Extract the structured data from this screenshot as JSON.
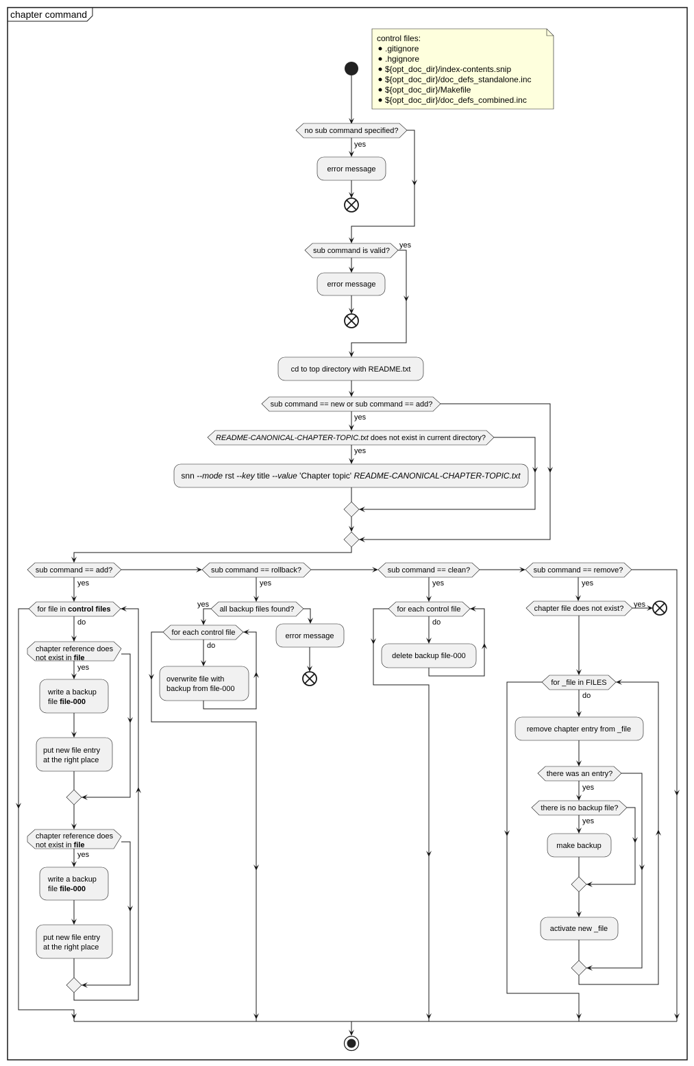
{
  "frame": {
    "title": "chapter command"
  },
  "note": {
    "heading": "control files:",
    "items": [
      ".gitignore",
      ".hgignore",
      "${opt_doc_dir}/index-contents.snip",
      "${opt_doc_dir}/doc_defs_standalone.inc",
      "${opt_doc_dir}/Makefile",
      "${opt_doc_dir}/doc_defs_combined.inc"
    ]
  },
  "labels": {
    "yes": "yes",
    "do": "do"
  },
  "top": {
    "d_no_sub": "no sub command specified?",
    "a_error1": "error message",
    "d_valid": "sub command is valid?",
    "a_error2": "error message",
    "a_cd": "cd to top directory with README.txt",
    "d_new_add": "sub command == new or sub command == add?",
    "d_readme_file": "README-CANONICAL-CHAPTER-TOPIC.txt",
    "d_readme_rest": " does not exist in current directory?",
    "snn": {
      "p1": "snn ",
      "p2": "--mode",
      "p3": " rst ",
      "p4": "--key",
      "p5": " title ",
      "p6": "--value",
      "p7": " 'Chapter topic' ",
      "p8": "README-CANONICAL-CHAPTER-TOPIC.txt"
    }
  },
  "add": {
    "cond": "sub command == add?",
    "loop_pre": "for file in ",
    "loop_bold": "control files",
    "d_ref_l1": "chapter reference does",
    "d_ref_l2_pre": "not exist in ",
    "d_ref_l2_bold": "file",
    "a_backup_l1": "write a backup",
    "a_backup_l2_pre": "file ",
    "a_backup_l2_bold": "file-000",
    "a_put_l1": "put new file entry",
    "a_put_l2": "at the right place"
  },
  "rollback": {
    "cond": "sub command == rollback?",
    "d_found": "all backup files found?",
    "loop": "for each control file",
    "a_overwrite_l1": "overwrite file with",
    "a_overwrite_l2": "backup from file-000",
    "a_error": "error message"
  },
  "clean": {
    "cond": "sub command == clean?",
    "loop": "for each control file",
    "a_delete": "delete backup file-000"
  },
  "remove": {
    "cond": "sub command == remove?",
    "d_not_exist": "chapter file does not exist?",
    "loop": "for _file in FILES",
    "a_remove_entry": "remove chapter entry from _file",
    "d_entry": "there was an entry?",
    "d_no_backup": "there is no backup file?",
    "a_make_backup": "make backup",
    "a_activate": "activate new _file"
  }
}
